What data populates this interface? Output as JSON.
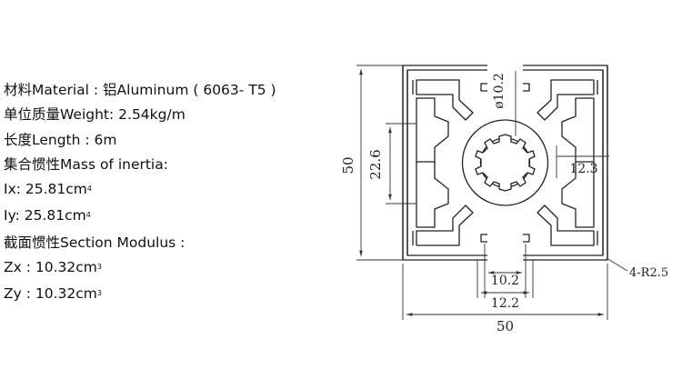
{
  "specs": {
    "material": "材料Material : 铝Aluminum ( 6063- T5 )",
    "weight": "单位质量Weight: 2.54kg/m",
    "length": "长度Length : 6m",
    "inertia_heading": "集合惯性Mass of  inertia:",
    "ix_label": "Ix:  25.81cm",
    "ix_exp": "4",
    "iy_label": "Iy:  25.81cm",
    "iy_exp": "4",
    "modulus_heading": "截面惯性Section Modulus :",
    "zx_label": "Zx : 10.32cm",
    "zx_exp": "3",
    "zy_label": "Zy : 10.32cm",
    "zy_exp": "3"
  },
  "dimensions": {
    "height": "50",
    "width": "50",
    "slot_depth": "22.6",
    "bore": "ø10.2",
    "slot_offset": "12.3",
    "slot_opening": "10.2",
    "slot_width": "12.2",
    "radius": "4-R2.5"
  }
}
